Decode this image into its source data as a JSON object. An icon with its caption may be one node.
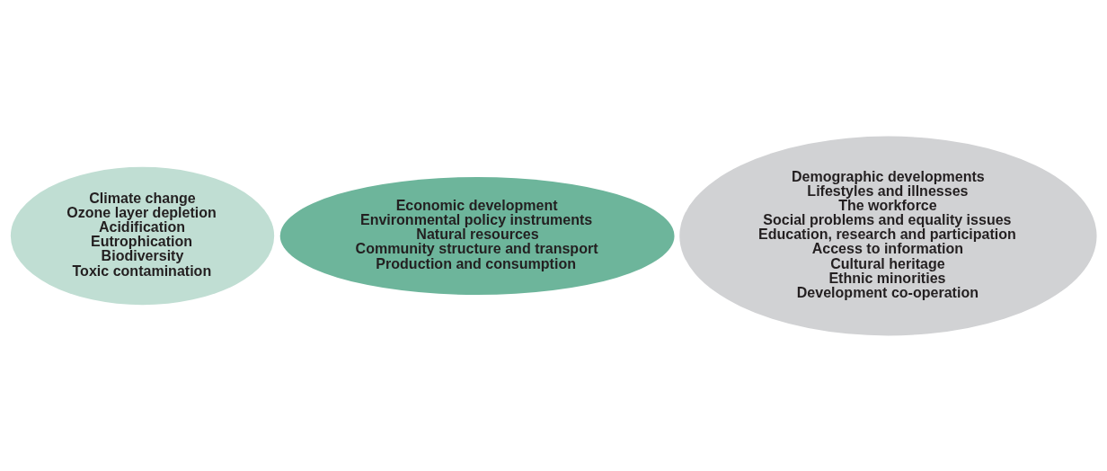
{
  "diagram": {
    "nodes": [
      {
        "text": [
          "Climate change",
          "Ozone layer depletion",
          "Acidification",
          "Eutrophication",
          "Biodiversity",
          "Toxic contamination"
        ]
      },
      {
        "text": [
          "Economic development",
          "Environmental policy instruments",
          "Natural resources",
          "Community structure and transport",
          "Production and consumption"
        ]
      },
      {
        "text": [
          "Demographic developments",
          "Lifestyles and illnesses",
          "The workforce",
          "Social problems and equality issues",
          "Education, research and participation",
          "Access to information",
          "Cultural heritage",
          "Ethnic minorities",
          "Development co-operation"
        ]
      }
    ],
    "edges": []
  }
}
